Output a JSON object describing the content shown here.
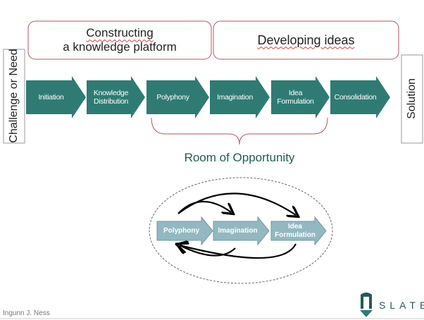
{
  "phases": {
    "left_line1": "Constructing",
    "left_line2": "a knowledge platform",
    "right": "Developing ideas"
  },
  "start_label": "Challenge or Need",
  "end_label": "Solution",
  "steps": [
    {
      "line1": "Initiation",
      "line2": ""
    },
    {
      "line1": "Knowledge",
      "line2": "Distribution"
    },
    {
      "line1": "Polyphony",
      "line2": ""
    },
    {
      "line1": "Imagination",
      "line2": ""
    },
    {
      "line1": "Idea",
      "line2": "Formulation"
    },
    {
      "line1": "Consolidation",
      "line2": ""
    }
  ],
  "room_label": "Room of Opportunity",
  "cycle_steps": [
    {
      "line1": "Polyphony",
      "line2": ""
    },
    {
      "line1": "Imagination",
      "line2": ""
    },
    {
      "line1": "Idea",
      "line2": "Formulation"
    }
  ],
  "author": "Ingunn J. Ness",
  "logo_text": "SLATE",
  "colors": {
    "step": "#2f7b73",
    "cycle_step": "#93b8c2",
    "accent_red": "#c0505a",
    "room_text": "#1f5c55"
  }
}
